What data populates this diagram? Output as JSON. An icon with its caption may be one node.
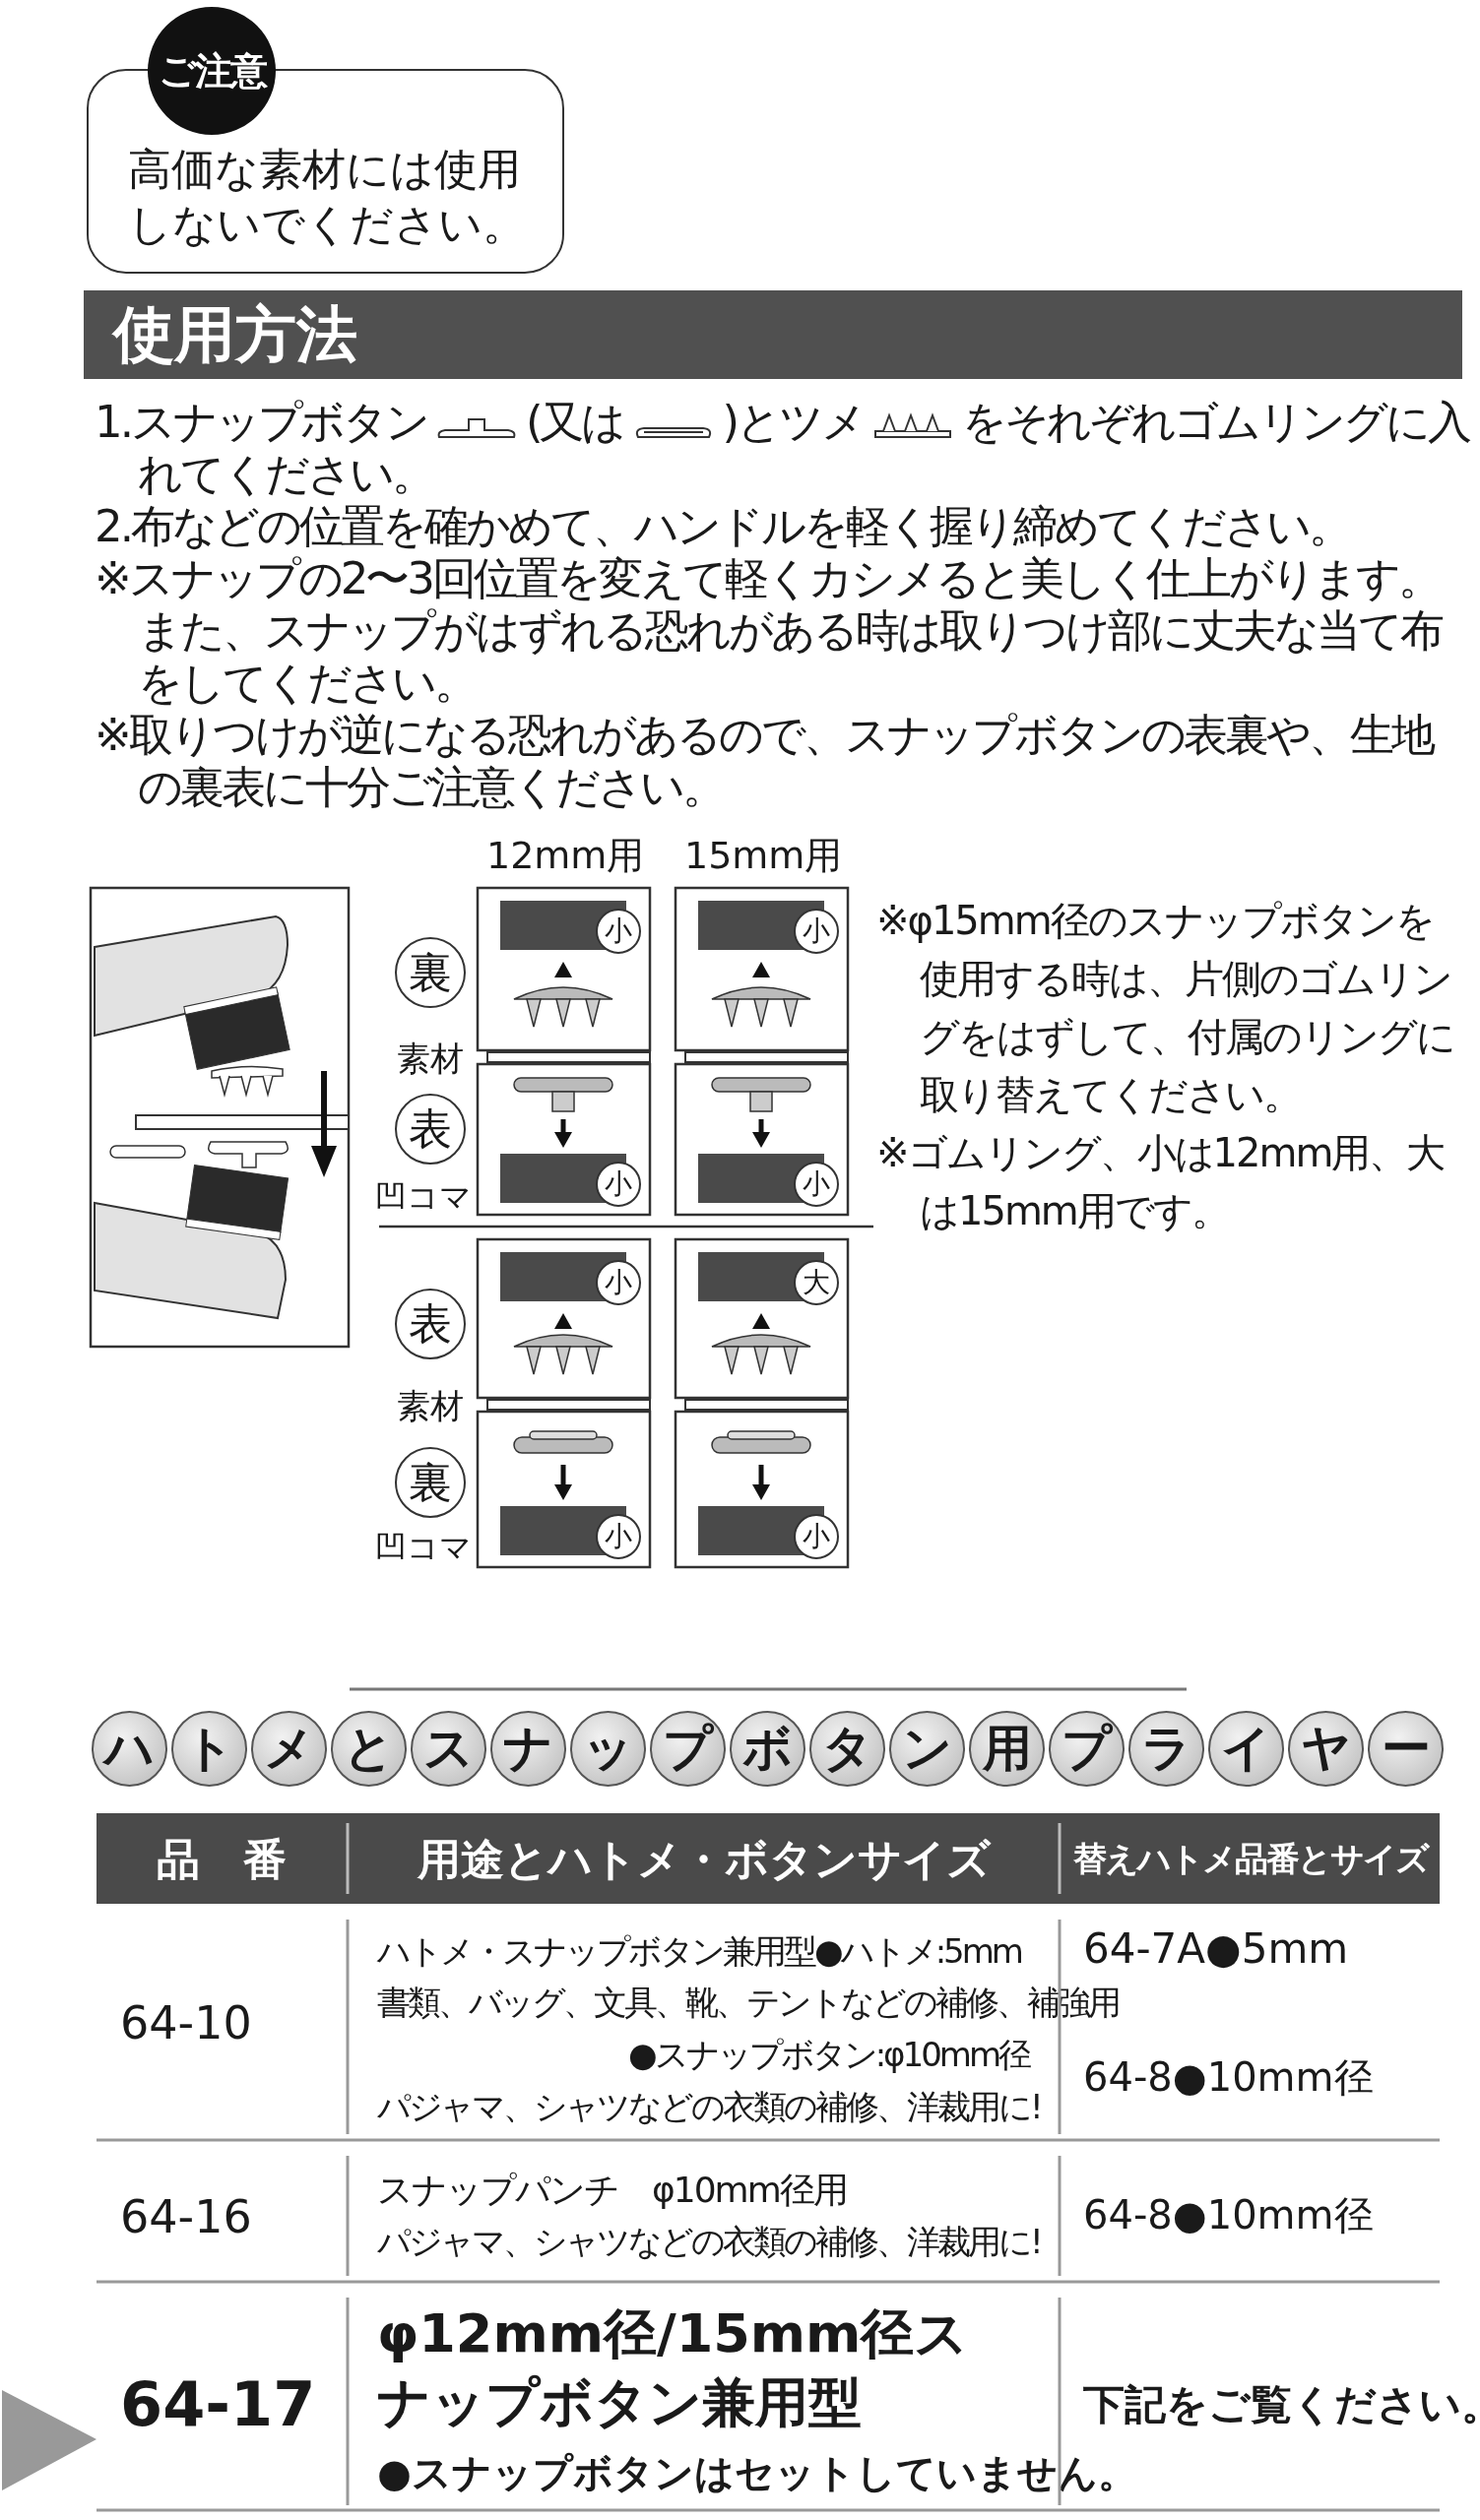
{
  "diagram": {
    "nodes": [
      {
        "text": [
          "ご注意",
          "高価な素材には使用しないでください。"
        ]
      },
      {
        "text": [
          "使用方法"
        ]
      },
      {
        "text": [],
        "shape": "triangle"
      }
    ],
    "labels": [
      "1.スナップボタン",
      "(又は",
      ")とツメ",
      "をそれぞれゴムリングに入れてください。",
      "2.布などの位置を確かめて、ハンドルを軽く握り締めてください。",
      "※スナップの2〜3回位置を変えて軽くカシメると美しく仕上がります。また、スナップがはずれる恐れがある時は取りつけ部に丈夫な当て布をしてください。",
      "※取りつけが逆になる恐れがあるので、スナップボタンの表裏や、生地の裏表に十分ご注意ください。",
      "12mm用",
      "15mm用",
      "※φ15mm径のスナップボタンを使用する時は、片側のゴムリングをはずして、付属のリングに取り替えてください。",
      "※ゴムリング、小は12mm用、大は15mm用です。",
      "裏",
      "小",
      "小",
      "素材",
      "表",
      "凹コマ",
      "小",
      "小",
      "表",
      "小",
      "大",
      "素材",
      "裏",
      "凹コマ",
      "小",
      "小",
      "ハトメとスナップボタン用プライヤー",
      "品　番",
      "用途とハトメ・ボタンサイズ",
      "替えハトメ品番とサイズ",
      "64-10",
      "ハトメ・スナップボタン兼用型●ハトメ:5mm",
      "書類、バッグ、文具、靴、テントなどの補修、補強用",
      "●スナップボタン:φ10mm径",
      "パジャマ、シャツなどの衣類の補修、洋裁用に!",
      "64-7A●5mm",
      "64-8●10mm径",
      "64-16",
      "スナップパンチ　φ10mm径用",
      "パジャマ、シャツなどの衣類の補修、洋裁用に!",
      "64-8●10mm径",
      "64-17",
      "φ12mm径/15mm径スナップボタン兼用型",
      "●スナップボタンはセットしていません。",
      "下記をご覧ください。"
    ]
  }
}
